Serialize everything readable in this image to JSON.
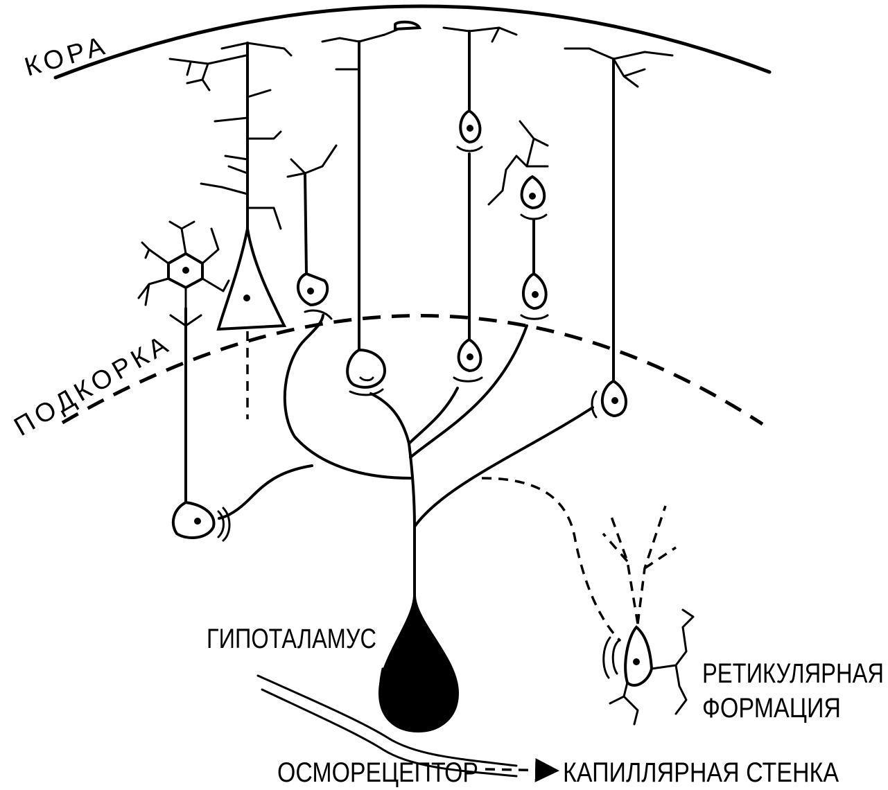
{
  "labels": {
    "cortex": "КОРА",
    "subcortex": "ПОДКОРКА",
    "hypothalamus": "ГИПОТАЛАМУС",
    "reticular_line1": "РЕТИКУЛЯРНАЯ",
    "reticular_line2": "ФОРМАЦИЯ",
    "osmoreceptor": "ОСМОРЕЦЕПТОР",
    "capillary_wall": "КАПИЛЛЯРНАЯ СТЕНКА"
  }
}
